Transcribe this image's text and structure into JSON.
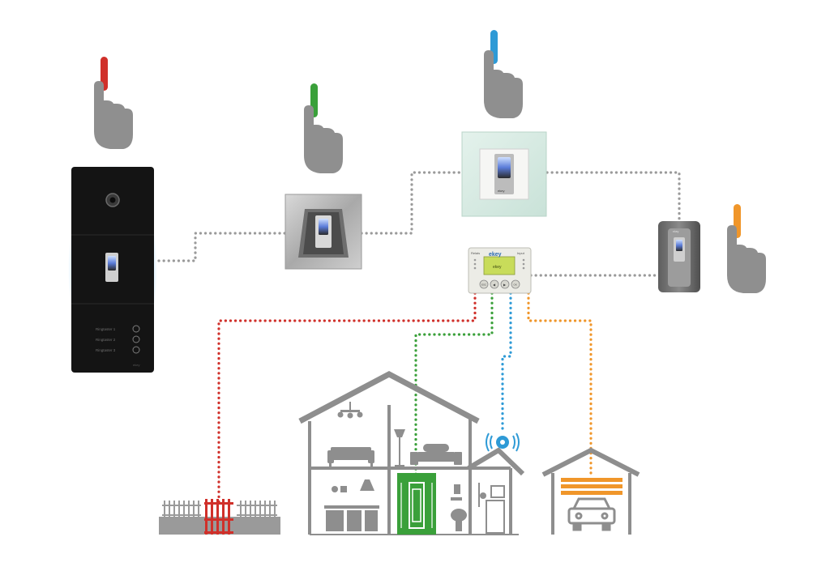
{
  "diagram": {
    "title": "ekey fingerprint access system overview",
    "colors": {
      "background": "#ffffff",
      "link_gray": "#9a9a9a",
      "red": "#d0302a",
      "green": "#3aa03a",
      "blue": "#2e9ad6",
      "orange": "#f0962a",
      "house_gray": "#8e8e8e",
      "hand_gray": "#8f8f8f"
    },
    "fingers": [
      {
        "id": "finger-red",
        "color": "red"
      },
      {
        "id": "finger-green",
        "color": "green"
      },
      {
        "id": "finger-blue",
        "color": "blue"
      },
      {
        "id": "finger-orange",
        "color": "orange"
      }
    ],
    "devices": {
      "intercom": {
        "name": "Door intercom with fingerprint scanner",
        "bell_labels": [
          "Ringtaster 1",
          "Ringtaster 2",
          "Ringtaster 3"
        ],
        "brand": "ekey"
      },
      "scanner_steel": {
        "name": "Stainless steel fingerprint scanner"
      },
      "scanner_glass": {
        "name": "Glass-framed fingerprint scanner",
        "brand": "ekey"
      },
      "scanner_wall": {
        "name": "Wall-mounted fingerprint scanner",
        "brand": "ekey"
      },
      "control_unit": {
        "brand": "ekey",
        "label_left": "Relais",
        "label_right": "Input",
        "display_text": "ekey",
        "buttons": [
          "ESC",
          "◀",
          "▶",
          "OK"
        ]
      }
    },
    "outputs": [
      {
        "id": "gate",
        "name": "Garden gate",
        "color": "red"
      },
      {
        "id": "front-door",
        "name": "Front door",
        "color": "green"
      },
      {
        "id": "alarm",
        "name": "Alarm system",
        "color": "blue"
      },
      {
        "id": "garage",
        "name": "Garage door",
        "color": "orange"
      }
    ]
  }
}
